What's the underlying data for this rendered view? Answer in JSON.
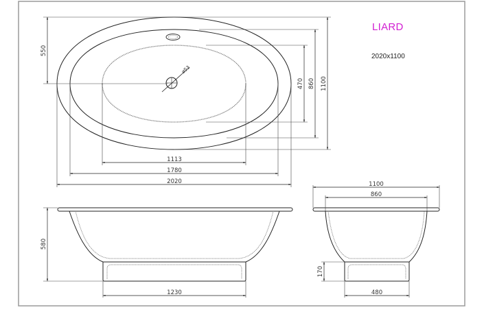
{
  "product": {
    "name": "LIARD",
    "size": "2020x1100",
    "name_color": "#d21fd2"
  },
  "top_view": {
    "drain_label": "ø53",
    "dimensions": {
      "half_width": "550",
      "basin_width": "470",
      "inner_rim_width": "860",
      "overall_width": "1100",
      "basin_length": "1113",
      "inner_rim_length": "1780",
      "overall_length": "2020"
    }
  },
  "side_view": {
    "dimensions": {
      "height": "580",
      "base_length": "1230"
    }
  },
  "end_view": {
    "dimensions": {
      "overall_width": "1100",
      "inner_rim_width": "860",
      "base_height": "170",
      "base_width": "480"
    }
  }
}
